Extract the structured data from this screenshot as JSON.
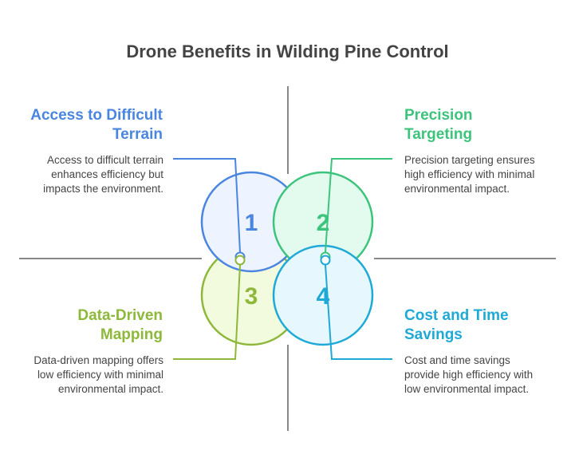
{
  "title": "Drone Benefits in Wilding Pine Control",
  "items": [
    {
      "num": "1",
      "heading": "Access to Difficult Terrain",
      "text": "Access to difficult terrain enhances efficiency but impacts the environment.",
      "color": "#4a86e0",
      "fill": "#edf3ff"
    },
    {
      "num": "2",
      "heading": "Precision Targeting",
      "text": "Precision targeting ensures high efficiency with minimal environmental impact.",
      "color": "#3cc47c",
      "fill": "#e3fbef"
    },
    {
      "num": "3",
      "heading": "Data-Driven Mapping",
      "text": "Data-driven mapping offers low efficiency with minimal environmental impact.",
      "color": "#8db83a",
      "fill": "#f3fbdf"
    },
    {
      "num": "4",
      "heading": "Cost and Time Savings",
      "text": "Cost and time savings provide high efficiency with low environmental impact.",
      "color": "#1fa9d6",
      "fill": "#e6f7fd"
    }
  ]
}
